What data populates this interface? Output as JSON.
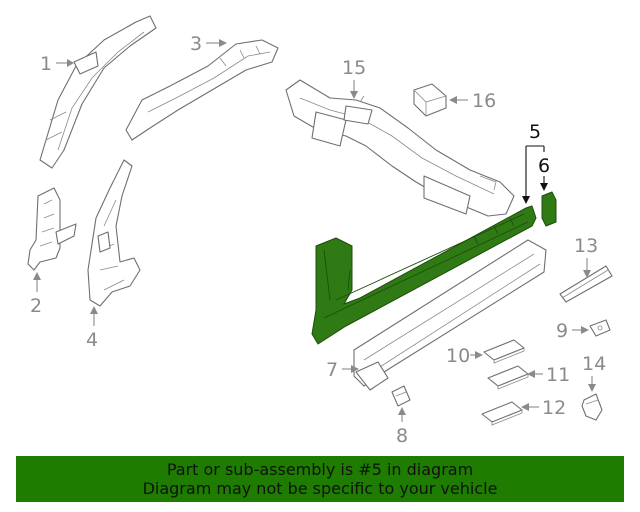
{
  "callouts": {
    "c1": "1",
    "c2": "2",
    "c3": "3",
    "c4": "4",
    "c5": "5",
    "c6": "6",
    "c7": "7",
    "c8": "8",
    "c9": "9",
    "c10": "10",
    "c11": "11",
    "c12": "12",
    "c13": "13",
    "c14": "14",
    "c15": "15",
    "c16": "16"
  },
  "highlighted_parts": [
    "5",
    "6"
  ],
  "colors": {
    "highlight": "#2f7a14",
    "banner": "#1e7d00",
    "line": "#6f6f6f"
  },
  "banner": {
    "line1": "Part or sub-assembly is #5 in diagram",
    "line2": "Diagram may not be specific to your vehicle"
  }
}
